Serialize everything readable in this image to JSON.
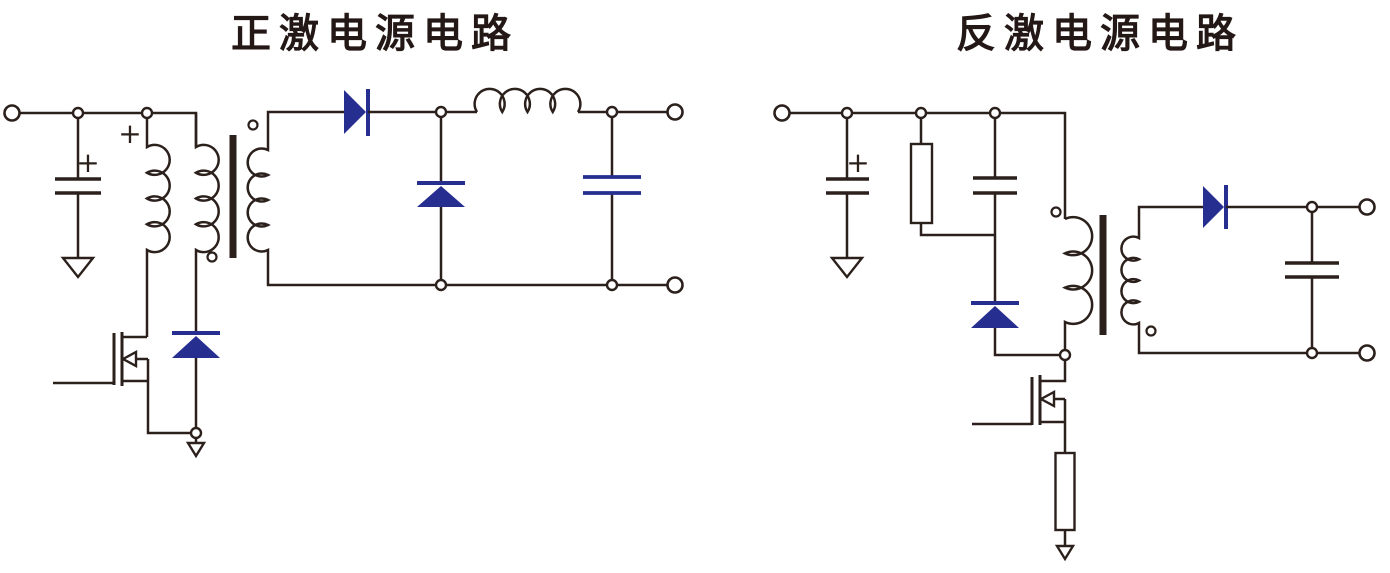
{
  "colors": {
    "line": "#2b201b",
    "blue": "#262e90",
    "title": "#231815",
    "bg": "#ffffff"
  },
  "circuits": [
    {
      "id": "forward",
      "title": "正激电源电路",
      "marks": {
        "bulk_cap_plus": "+",
        "primary_rail_plus": "+"
      },
      "components": [
        "input-terminal",
        "bulk-electrolytic-capacitor",
        "ground",
        "primary-winding",
        "reset-winding",
        "transformer-core",
        "reset-diode",
        "mosfet-switch",
        "secondary-winding",
        "rectifier-diode",
        "freewheel-diode",
        "filter-inductor",
        "output-capacitor",
        "output-terminals"
      ]
    },
    {
      "id": "flyback",
      "title": "反激电源电路",
      "marks": {
        "bulk_cap_plus": "+"
      },
      "components": [
        "input-terminal",
        "bulk-electrolytic-capacitor",
        "ground",
        "snubber-resistor",
        "snubber-capacitor",
        "clamp-diode",
        "primary-winding",
        "transformer-core",
        "mosfet-switch",
        "sense-resistor",
        "secondary-winding",
        "rectifier-diode",
        "output-capacitor",
        "output-terminals"
      ]
    }
  ]
}
